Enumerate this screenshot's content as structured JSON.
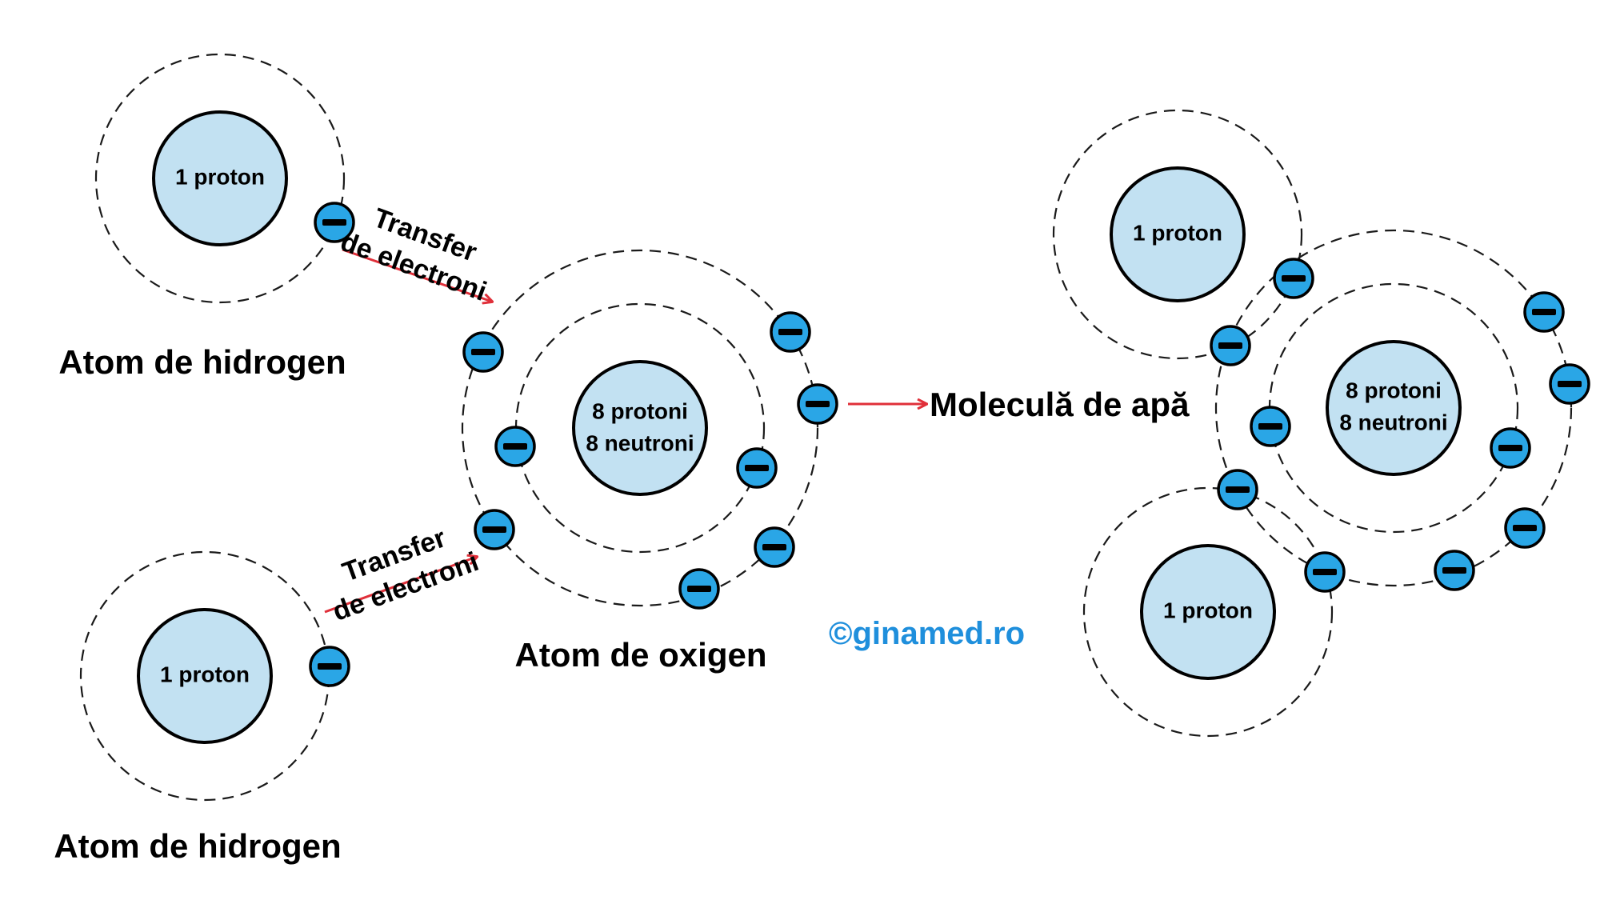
{
  "labels": {
    "hydrogen_top": "Atom de hidrogen",
    "hydrogen_bottom": "Atom de hidrogen",
    "oxygen": "Atom de oxigen",
    "water": "Moleculă de apă",
    "credit": "©ginamed.ro"
  },
  "nuclei": {
    "hydrogen_top": "1 proton",
    "hydrogen_bottom": "1 proton",
    "oxygen_line1": "8 protoni",
    "oxygen_line2": "8 neutroni",
    "water_h_top": "1 proton",
    "water_h_bottom": "1 proton",
    "water_o_line1": "8 protoni",
    "water_o_line2": "8 neutroni"
  },
  "transfer_top": {
    "line1": "Transfer",
    "line2": "de electroni"
  },
  "transfer_bottom": {
    "line1": "Transfer",
    "line2": "de electroni"
  },
  "colors": {
    "nucleus_fill": "#c2e1f2",
    "electron_fill": "#2aa6e6",
    "arrow": "#e0303a",
    "credit": "#1f8fdc"
  }
}
